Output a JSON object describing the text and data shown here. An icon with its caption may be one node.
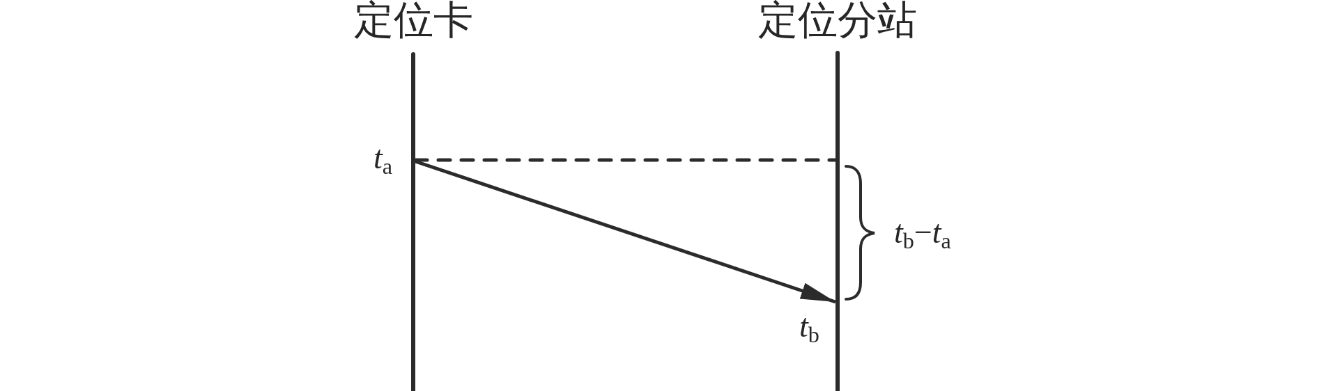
{
  "diagram": {
    "nodes": [
      {
        "text": [
          "定位卡"
        ]
      },
      {
        "text": [
          "定位分站"
        ]
      }
    ],
    "edges": [
      {
        "from": 0,
        "to": 1,
        "arrow": "none",
        "style": "dashed"
      },
      {
        "from": 0,
        "to": 1,
        "arrow": "to"
      }
    ],
    "labels": [
      "*t*$_{a}$",
      "*t*$_{b}$−*t*$_{a}$",
      "*t*$_{b}$"
    ]
  }
}
